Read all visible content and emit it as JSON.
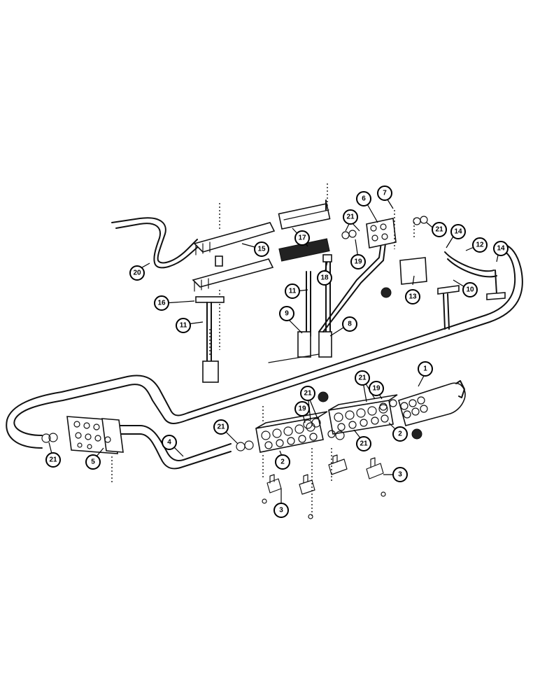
{
  "callouts": [
    {
      "id": "c1",
      "label": "1"
    },
    {
      "id": "c2a",
      "label": "2"
    },
    {
      "id": "c2b",
      "label": "2"
    },
    {
      "id": "c3a",
      "label": "3"
    },
    {
      "id": "c3b",
      "label": "3"
    },
    {
      "id": "c4",
      "label": "4"
    },
    {
      "id": "c5",
      "label": "5"
    },
    {
      "id": "c6",
      "label": "6"
    },
    {
      "id": "c7",
      "label": "7"
    },
    {
      "id": "c8",
      "label": "8"
    },
    {
      "id": "c9",
      "label": "9"
    },
    {
      "id": "c10",
      "label": "10"
    },
    {
      "id": "c11a",
      "label": "11"
    },
    {
      "id": "c11b",
      "label": "11"
    },
    {
      "id": "c12",
      "label": "12"
    },
    {
      "id": "c13",
      "label": "13"
    },
    {
      "id": "c14a",
      "label": "14"
    },
    {
      "id": "c14b",
      "label": "14"
    },
    {
      "id": "c15",
      "label": "15"
    },
    {
      "id": "c16",
      "label": "16"
    },
    {
      "id": "c17",
      "label": "17"
    },
    {
      "id": "c18",
      "label": "18"
    },
    {
      "id": "c19a",
      "label": "19"
    },
    {
      "id": "c19b",
      "label": "19"
    },
    {
      "id": "c19c",
      "label": "19"
    },
    {
      "id": "c20",
      "label": "20"
    },
    {
      "id": "c21a",
      "label": "21"
    },
    {
      "id": "c21b",
      "label": "21"
    },
    {
      "id": "c21c",
      "label": "21"
    },
    {
      "id": "c21d",
      "label": "21"
    },
    {
      "id": "c21e",
      "label": "21"
    },
    {
      "id": "c21f",
      "label": "21"
    },
    {
      "id": "c21g",
      "label": "21"
    }
  ]
}
